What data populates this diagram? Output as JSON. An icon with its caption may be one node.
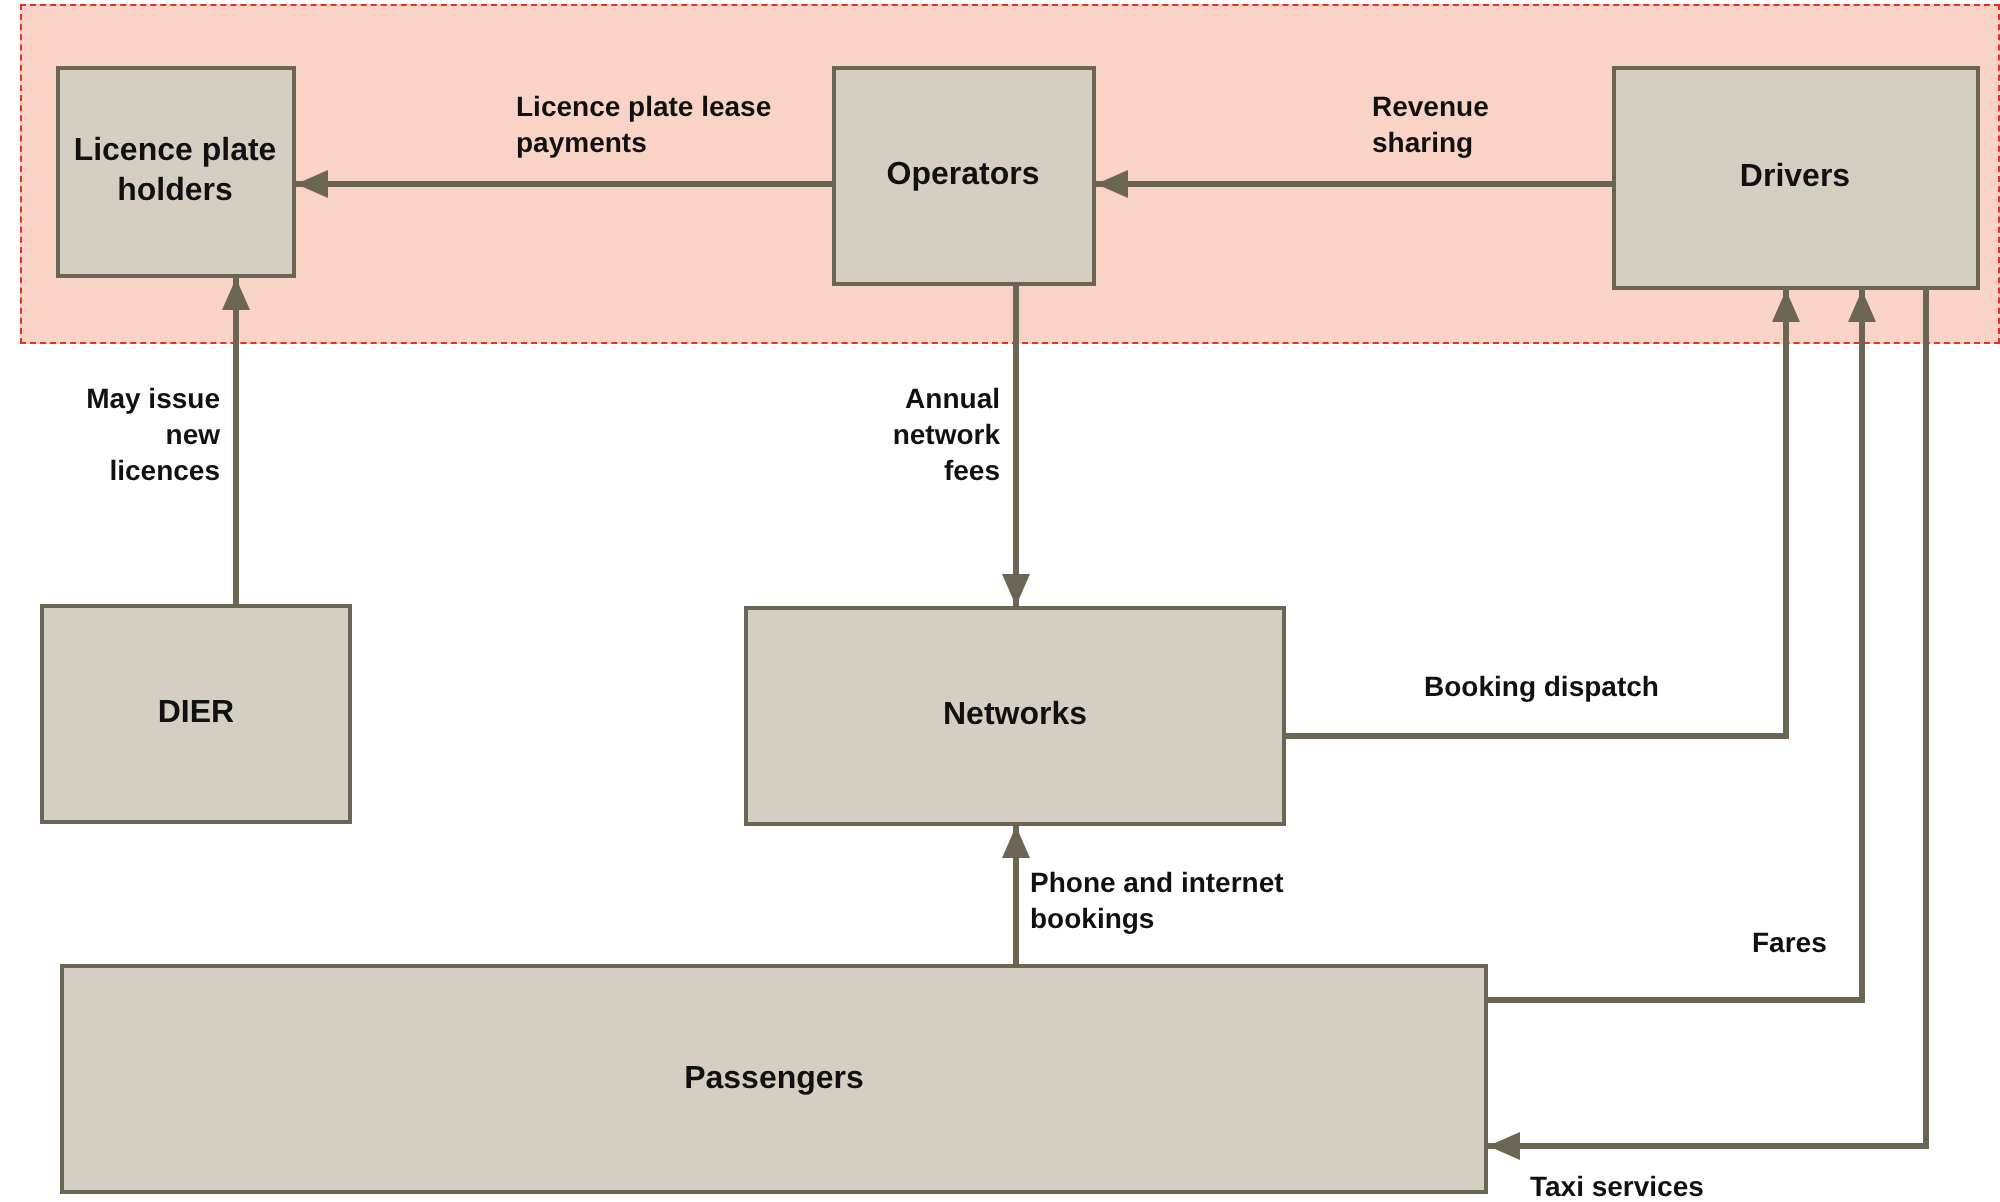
{
  "diagram": {
    "nodes": [
      {
        "text": [],
        "shape": "box"
      },
      {
        "text": [
          "Licence plate holders"
        ],
        "in": 0
      },
      {
        "text": [
          "Operators"
        ],
        "in": 0
      },
      {
        "text": [
          "Drivers"
        ],
        "in": 0
      },
      {
        "text": [
          "DIER"
        ]
      },
      {
        "text": [
          "Networks"
        ]
      },
      {
        "text": [
          "Passengers"
        ]
      }
    ],
    "edges": [
      {
        "from": 2,
        "to": 1,
        "arrow": "to",
        "label": "Licence plate lease payments"
      },
      {
        "from": 3,
        "to": 2,
        "arrow": "to",
        "label": "Revenue sharing"
      },
      {
        "from": 4,
        "to": 1,
        "arrow": "to",
        "label": "May issue new licences"
      },
      {
        "from": 2,
        "to": 5,
        "arrow": "to",
        "label": "Annual network fees"
      },
      {
        "from": 5,
        "to": 3,
        "arrow": "to",
        "label": "Booking dispatch"
      },
      {
        "from": 6,
        "to": 5,
        "arrow": "to",
        "label": "Phone and internet bookings"
      },
      {
        "from": 6,
        "to": 3,
        "arrow": "to",
        "label": "Fares"
      },
      {
        "from": 3,
        "to": 6,
        "arrow": "to",
        "label": "Taxi services"
      }
    ]
  }
}
